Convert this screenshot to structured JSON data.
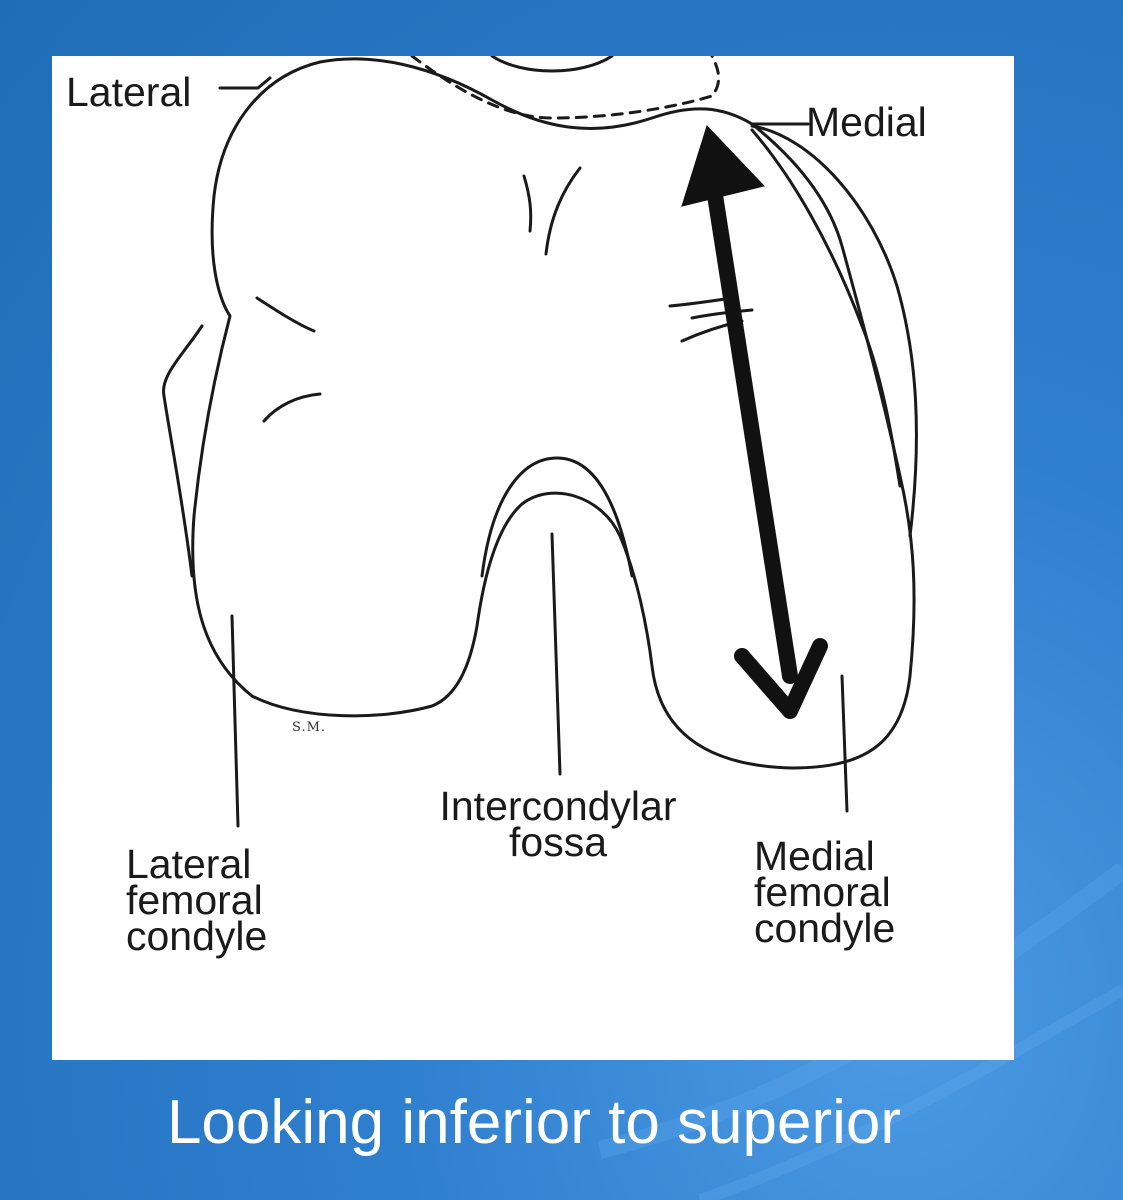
{
  "slide": {
    "caption": "Looking inferior to superior",
    "background_color": "#2f7fcf",
    "caption_color": "#ffffff"
  },
  "diagram": {
    "labels": {
      "lateral_top": "Lateral",
      "medial_top": "Medial",
      "intercondylar": "Intercondylar\nfossa",
      "lateral_condyle": "Lateral\nfemoral\ncondyle",
      "medial_condyle": "Medial\nfemoral\ncondyle"
    },
    "illustrator_initials": "S.M.",
    "line_color": "#1a1a1a",
    "arrow": "double-headed-arrow"
  }
}
